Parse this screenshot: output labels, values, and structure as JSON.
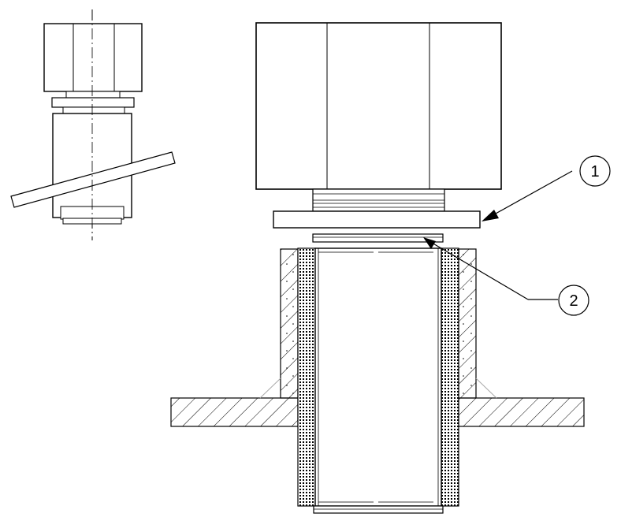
{
  "drawing": {
    "callouts": [
      {
        "id": "1",
        "label": "1"
      },
      {
        "id": "2",
        "label": "2"
      }
    ],
    "colors": {
      "line": "#000000",
      "background": "#ffffff",
      "hatch": "#000000",
      "insulation_fill": "#cfcfcf"
    },
    "views": [
      {
        "name": "small-side-view-with-tilted-plate"
      },
      {
        "name": "main-sectional-view-sleeve-through-wall"
      }
    ]
  }
}
